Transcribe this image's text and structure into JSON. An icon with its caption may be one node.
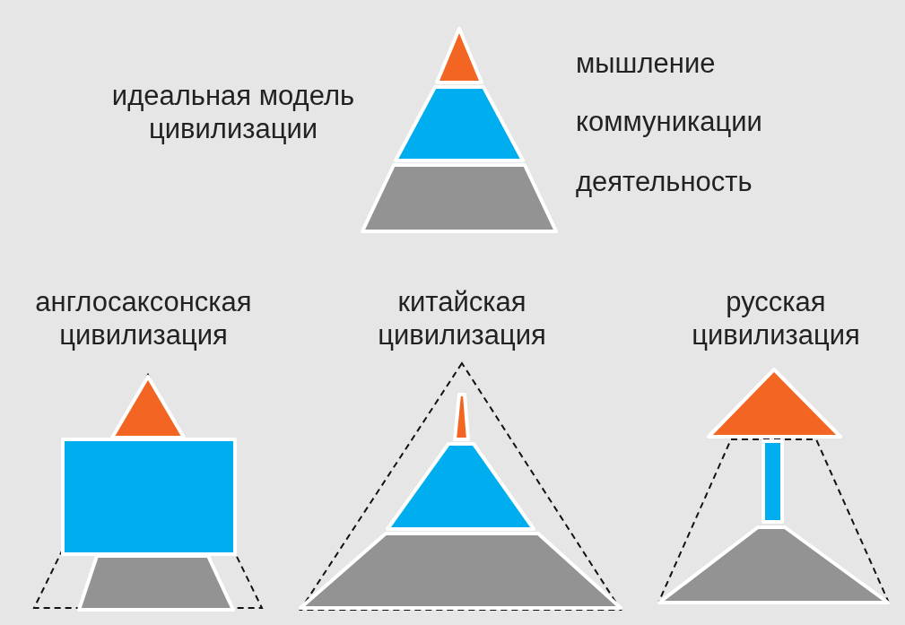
{
  "diagram": {
    "labels": [
      "идеальная модель цивилизации",
      "мышление",
      "коммуникации",
      "деятельность",
      "англосаксонская цивилизация",
      "китайская цивилизация",
      "русская цивилизация"
    ]
  }
}
